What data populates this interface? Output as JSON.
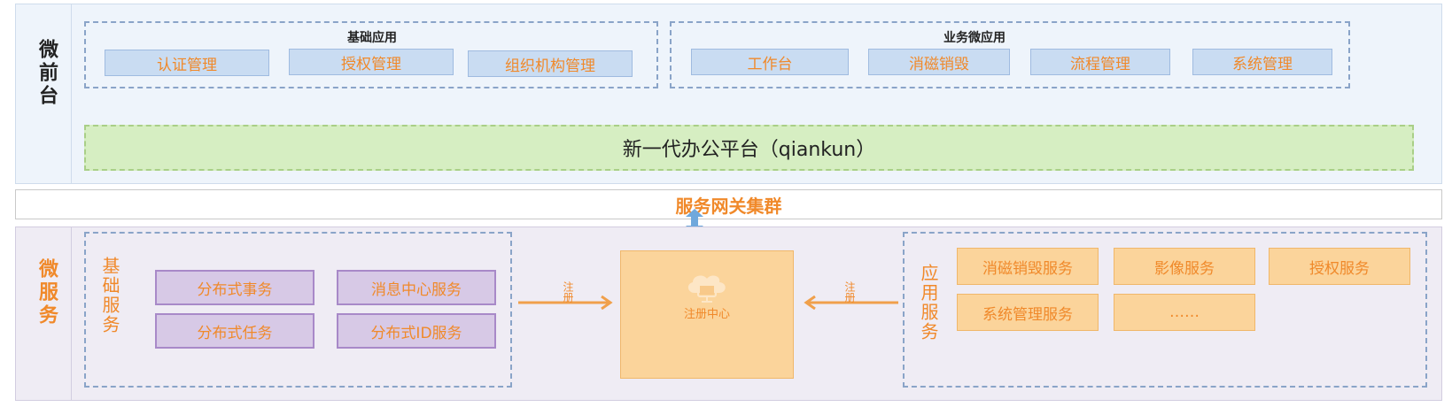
{
  "front": {
    "side_label": "微前台",
    "basic_group": {
      "title": "基础应用",
      "items": [
        "认证管理",
        "授权管理",
        "组织机构管理"
      ]
    },
    "business_group": {
      "title": "业务微应用",
      "items": [
        "工作台",
        "消磁销毁",
        "流程管理",
        "系统管理"
      ]
    },
    "platform": "新一代办公平台（qiankun）"
  },
  "gateway": "服务网关集群",
  "micro": {
    "side_label": "微服务",
    "basic_services": {
      "title": "基础服务",
      "items": [
        "分布式事务",
        "消息中心服务",
        "分布式任务",
        "分布式ID服务"
      ]
    },
    "registry": {
      "label": "注册中心",
      "left_arrow_label": "注册",
      "right_arrow_label": "注册"
    },
    "app_services": {
      "title": "应用服务",
      "items": [
        "消磁销毁服务",
        "影像服务",
        "授权服务",
        "系统管理服务",
        "……"
      ]
    }
  },
  "colors": {
    "accent_orange": "#f0892a",
    "front_bg": "#eef4fb",
    "platform_green": "#d6eec2",
    "micro_bg": "#efecf4",
    "purple_box": "#d7c9e6",
    "orange_box": "#fbd49b",
    "gateway_arrow": "#6fa8dc"
  },
  "icons": {
    "registry": "cloud-monitor-icon"
  }
}
